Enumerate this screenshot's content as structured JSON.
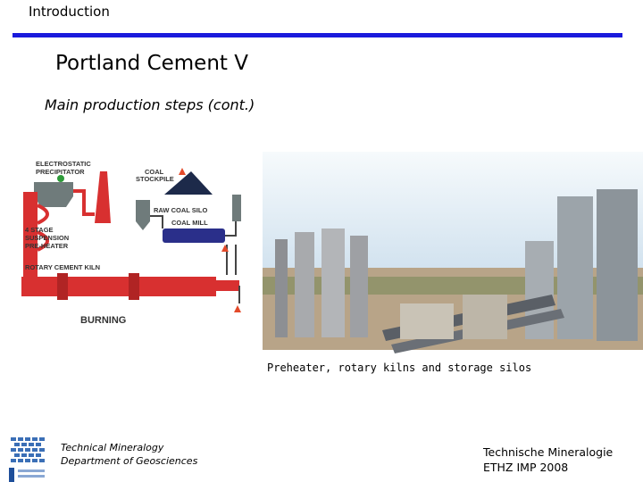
{
  "header": {
    "section": "Introduction",
    "rule_color": "#1a1adc"
  },
  "slide": {
    "title": "Portland Cement V",
    "subtitle": "Main production steps (cont.)"
  },
  "diagram": {
    "labels": {
      "precipitator_1": "ELECTROSTATIC",
      "precipitator_2": "PRECIPITATOR",
      "coal_stockpile_1": "COAL",
      "coal_stockpile_2": "STOCKPILE",
      "raw_coal_silo": "RAW COAL SILO",
      "coal_mill": "COAL MILL",
      "preheater_1": "4 STAGE",
      "preheater_2": "SUSPENSION",
      "preheater_3": "PRE-HEATER",
      "kiln": "ROTARY CEMENT KILN",
      "burning": "BURNING"
    }
  },
  "photo": {
    "caption": "Preheater, rotary kilns and storage silos"
  },
  "footer": {
    "left_line1": "Technical Mineralogy",
    "left_line2": "Department of Geosciences",
    "right_line1": "Technische Mineralogie",
    "right_line2": "ETHZ IMP 2008"
  }
}
